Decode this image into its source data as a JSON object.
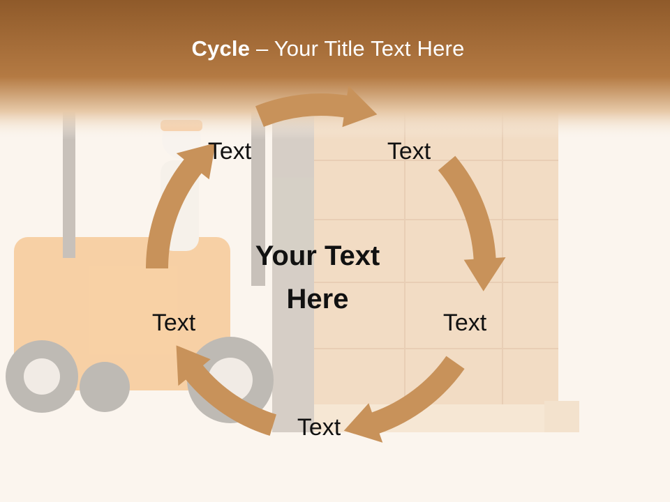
{
  "slide": {
    "title_bold": "Cycle",
    "title_rest": " – Your Title Text Here",
    "center_text": "Your Text Here",
    "labels": [
      "Text",
      "Text",
      "Text",
      "Text",
      "Text"
    ]
  },
  "colors": {
    "banner": "#a46a33",
    "arrow": "#c8925a",
    "background": "#fbf5ee"
  },
  "icons": {
    "background_picture": "forklift-with-boxes-illustration",
    "cycle_arrow": "curved-arrow-icon"
  }
}
